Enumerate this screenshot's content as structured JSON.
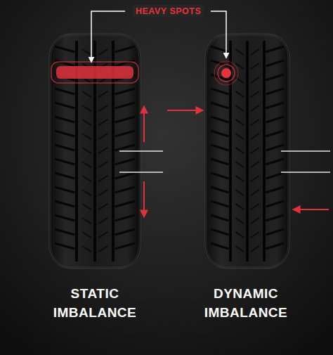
{
  "diagram": {
    "labels": [
      "HEAVY SPOTS",
      "STATIC IMBALANCE",
      "DYNAMIC IMBALANCE"
    ]
  }
}
